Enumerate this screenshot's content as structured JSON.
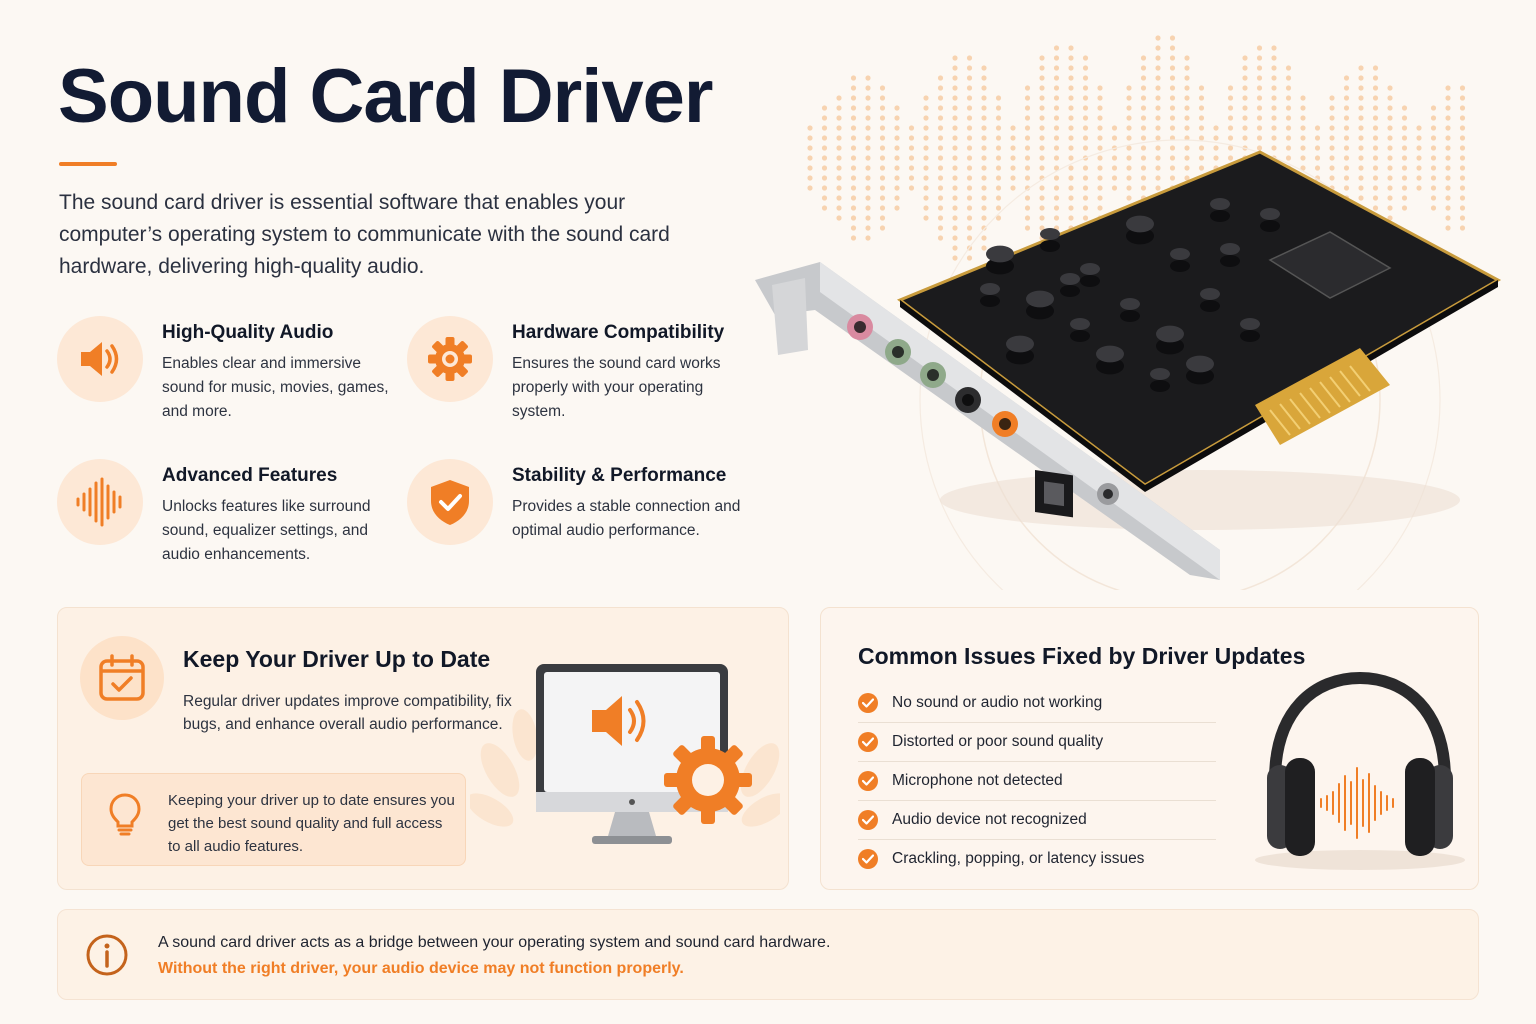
{
  "header": {
    "title": "Sound Card Driver",
    "intro": "The sound card driver is essential software that enables your computer’s operating system to communicate with the sound card hardware, delivering high-quality audio."
  },
  "features": [
    {
      "icon": "speaker-icon",
      "title": "High-Quality Audio",
      "desc": "Enables clear and immersive sound for music, movies, games, and more."
    },
    {
      "icon": "gear-icon",
      "title": "Hardware Compatibility",
      "desc": "Ensures the sound card works properly with your operating system."
    },
    {
      "icon": "waveform-icon",
      "title": "Advanced Features",
      "desc": "Unlocks features like surround sound, equalizer settings, and audio enhancements."
    },
    {
      "icon": "shield-check-icon",
      "title": "Stability & Performance",
      "desc": "Provides a stable connection and optimal audio performance."
    }
  ],
  "update_panel": {
    "title": "Keep Your Driver Up to Date",
    "desc": "Regular driver updates improve compatibility, fix bugs, and enhance overall audio performance.",
    "tip": "Keeping your driver up to date ensures you get the best sound quality and full access to all audio features."
  },
  "issues_panel": {
    "title": "Common Issues Fixed by Driver Updates",
    "items": [
      "No sound or audio not working",
      "Distorted or poor sound quality",
      "Microphone not detected",
      "Audio device not recognized",
      "Crackling, popping, or latency issues"
    ]
  },
  "info": {
    "line1": "A sound card driver acts as a bridge between your operating system and sound card hardware.",
    "line2": "Without the right driver, your audio device may not function properly."
  },
  "colors": {
    "accent": "#f07e26",
    "title": "#121b33",
    "background": "#fcf8f3"
  }
}
